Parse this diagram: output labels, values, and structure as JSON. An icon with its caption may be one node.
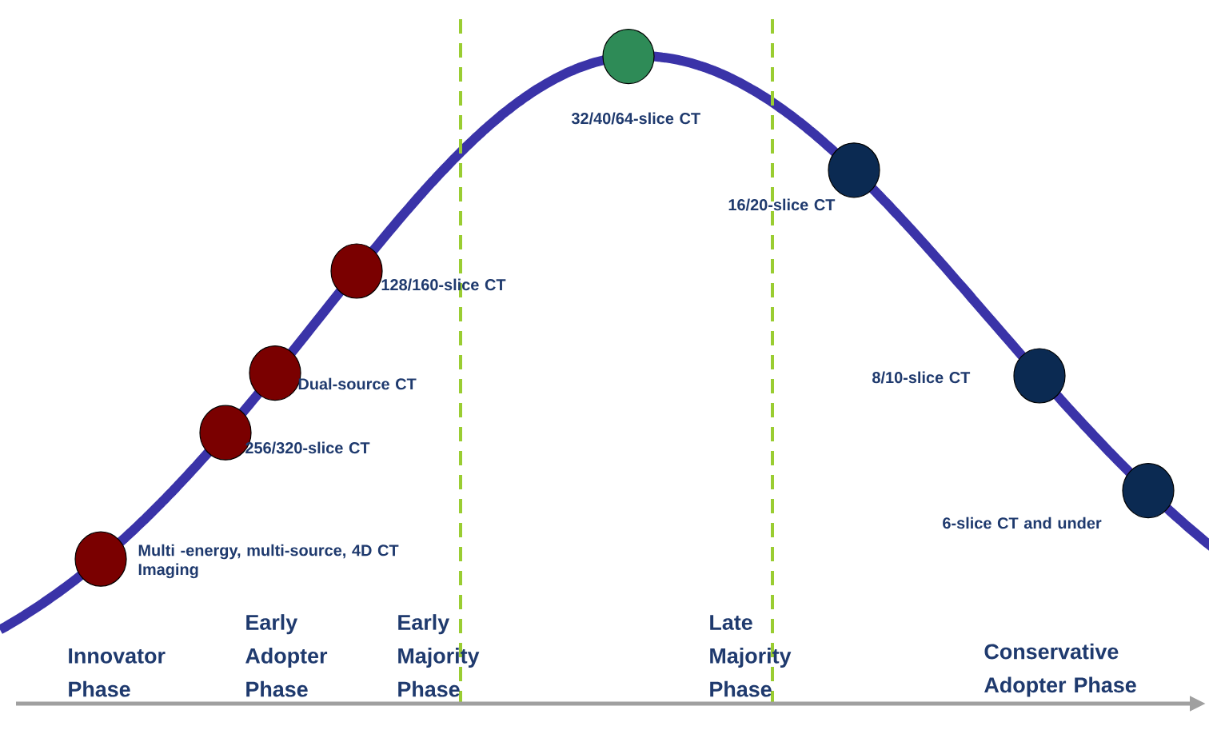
{
  "diagram": {
    "nodes": [
      {
        "text": [],
        "shape": "circle",
        "beside": [
          "Multi -energy, multi-source, 4D CT Imaging"
        ]
      },
      {
        "text": [],
        "shape": "circle",
        "beside": [
          "256/320-slice CT"
        ]
      },
      {
        "text": [],
        "shape": "circle",
        "beside": [
          "Dual-source CT"
        ]
      },
      {
        "text": [],
        "shape": "circle",
        "beside": [
          "128/160-slice CT"
        ]
      },
      {
        "text": [],
        "shape": "circle",
        "beside": [
          "32/40/64-slice CT"
        ]
      },
      {
        "text": [],
        "shape": "circle",
        "beside": [
          "16/20-slice CT"
        ]
      },
      {
        "text": [],
        "shape": "circle",
        "beside": [
          "8/10-slice CT"
        ]
      },
      {
        "text": [],
        "shape": "circle",
        "beside": [
          "6-slice CT and under"
        ]
      }
    ],
    "labels": [
      "Early Adopter Phase",
      "Early Majority Phase",
      "Late Majority Phase",
      "Conservative Adopter Phase",
      "Innovator Phase"
    ]
  }
}
